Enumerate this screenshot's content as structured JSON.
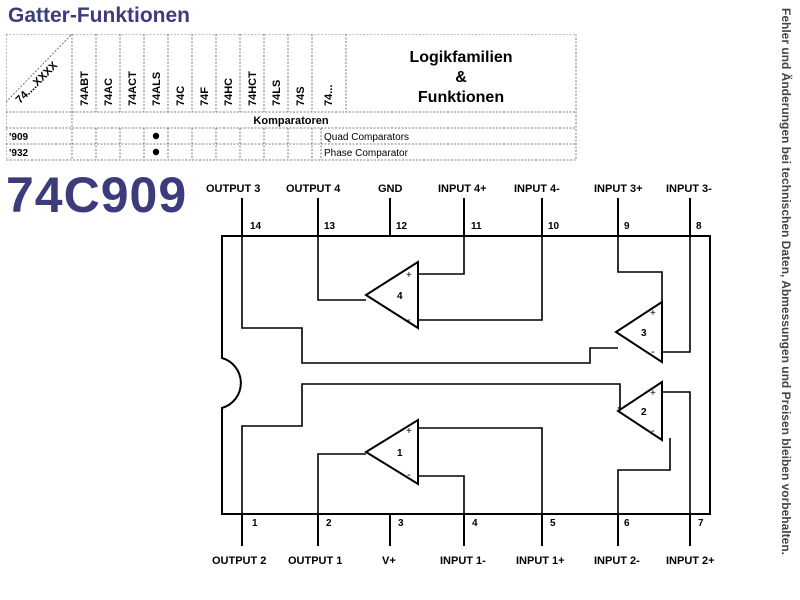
{
  "header": {
    "title": "Gatter-Funktionen",
    "part_number": "74C909",
    "disclaimer": "Fehler und Änderungen bei technischen Daten, Abmessungen und Preisen bleiben vorbehalten."
  },
  "table": {
    "corner_label": "74....XXXX",
    "families": [
      "74ABT",
      "74AC",
      "74ACT",
      "74ALS",
      "74C",
      "74F",
      "74HC",
      "74HCT",
      "74LS",
      "74S",
      "74..."
    ],
    "right_header": [
      "Logikfamilien",
      "&",
      "Funktionen"
    ],
    "section": "Komparatoren",
    "rows": [
      {
        "part": "'909",
        "dot_col": 3,
        "desc": "Quad Comparators"
      },
      {
        "part": "'932",
        "dot_col": 3,
        "desc": "Phase Comparator"
      }
    ]
  },
  "pinout": {
    "top_pins": [
      {
        "num": "14",
        "label": "OUTPUT 3"
      },
      {
        "num": "13",
        "label": "OUTPUT 4"
      },
      {
        "num": "12",
        "label": "GND"
      },
      {
        "num": "11",
        "label": "INPUT 4+"
      },
      {
        "num": "10",
        "label": "INPUT 4-"
      },
      {
        "num": "9",
        "label": "INPUT 3+"
      },
      {
        "num": "8",
        "label": "INPUT 3-"
      }
    ],
    "bottom_pins": [
      {
        "num": "1",
        "label": "OUTPUT 2"
      },
      {
        "num": "2",
        "label": "OUTPUT 1"
      },
      {
        "num": "3",
        "label": "V+"
      },
      {
        "num": "4",
        "label": "INPUT 1-"
      },
      {
        "num": "5",
        "label": "INPUT 1+"
      },
      {
        "num": "6",
        "label": "INPUT 2-"
      },
      {
        "num": "7",
        "label": "INPUT 2+"
      }
    ],
    "comparators": [
      {
        "id": "4",
        "plus": "+",
        "minus": "-"
      },
      {
        "id": "3",
        "plus": "+",
        "minus": "-"
      },
      {
        "id": "2",
        "plus": "+",
        "minus": "-"
      },
      {
        "id": "1",
        "plus": "+",
        "minus": "-"
      }
    ]
  }
}
